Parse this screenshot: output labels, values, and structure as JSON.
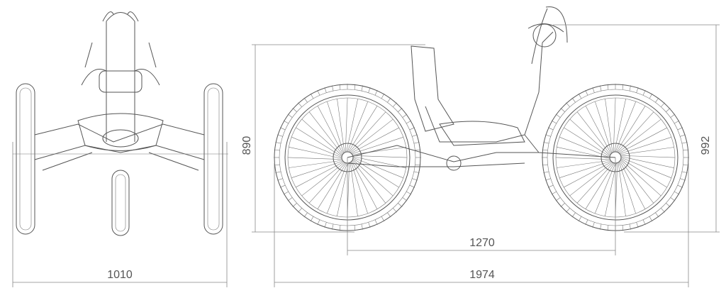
{
  "dimensions": {
    "front_width": "1010",
    "seat_height": "890",
    "overall_height": "992",
    "wheelbase": "1270",
    "overall_length": "1974"
  },
  "colors": {
    "line": "#555555",
    "background": "#ffffff"
  }
}
